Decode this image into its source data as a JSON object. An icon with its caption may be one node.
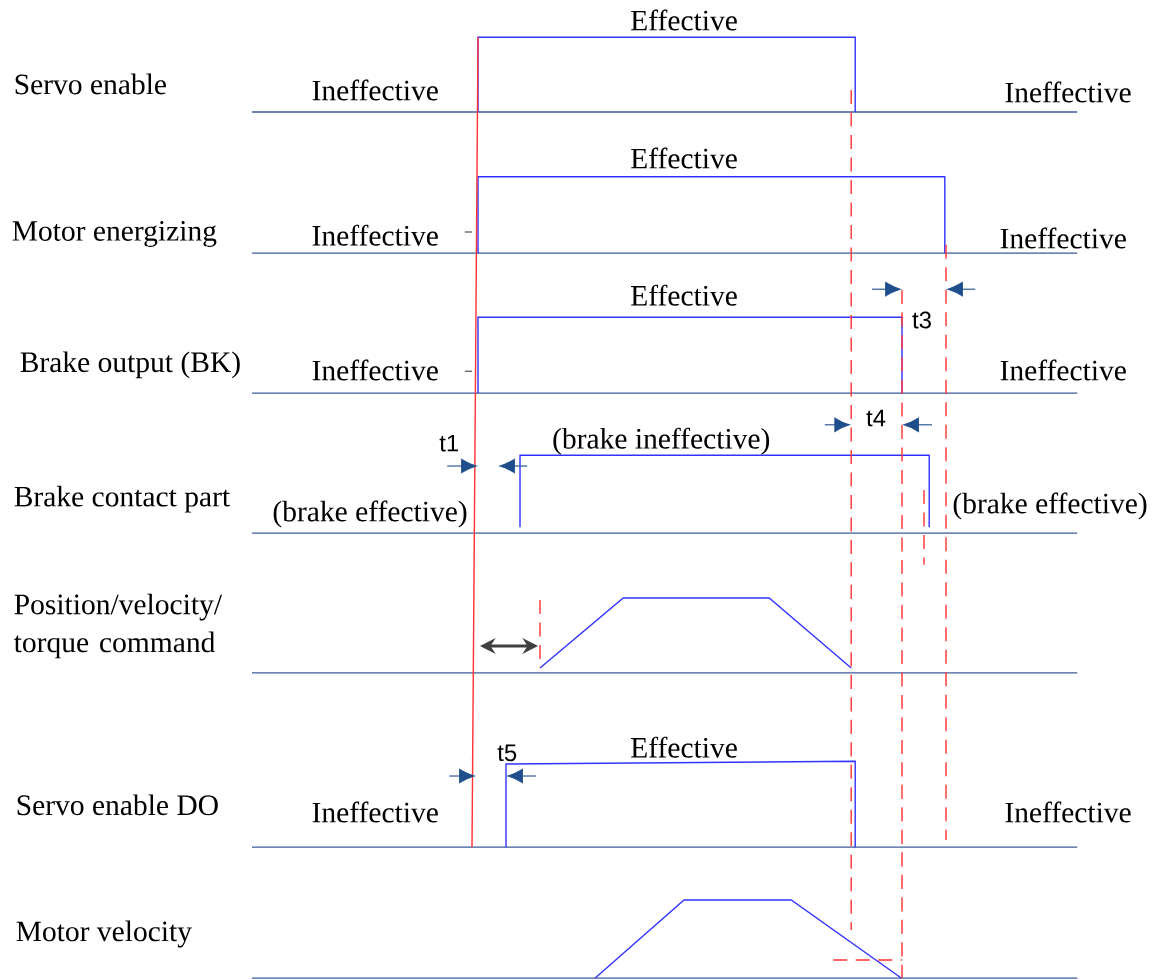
{
  "diagram": {
    "labels": [
      "Effective",
      "Servo enable",
      "Ineffective",
      "Ineffective",
      "Effective",
      "Motor energizing",
      "Ineffective",
      "Ineffective",
      "Effective",
      "t3",
      "Brake output (BK)",
      "Ineffective",
      "Ineffective",
      "t4",
      "t1",
      "(brake ineffective)",
      "Brake contact part",
      "(brake effective)",
      "(brake effective)",
      "Position/velocity/ torque command",
      "t5",
      "Effective",
      "Servo enable DO",
      "Ineffective",
      "Ineffective",
      "Motor velocity"
    ]
  }
}
